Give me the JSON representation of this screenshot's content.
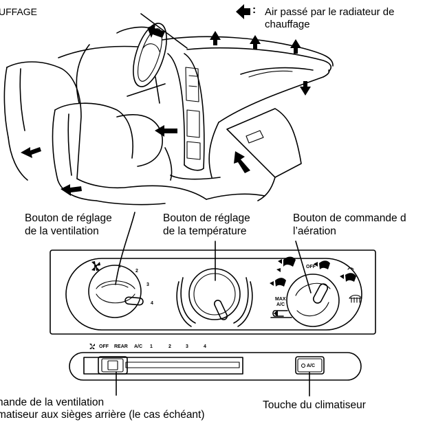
{
  "title": "UFFAGE",
  "legend": {
    "arrow_key": ":",
    "text_line1": "Air passé par le radiateur de",
    "text_line2": "chauffage"
  },
  "labels": {
    "ventilation_line1": "Bouton de réglage",
    "ventilation_line2": "de la ventilation",
    "temperature_line1": "Bouton de réglage",
    "temperature_line2": "de la température",
    "aeration_line1": "Bouton de commande d",
    "aeration_line2": "l’aération",
    "rear_line1": "nande de la ventilation",
    "rear_line2": "matiseur aux sièges arrière (le cas échéant)",
    "ac_key": "Touche du climatiseur"
  },
  "panel": {
    "fan_speeds": [
      "1",
      "2",
      "3",
      "4"
    ],
    "slider_marks": [
      "OFF",
      "REAR",
      "A/C",
      "1",
      "2",
      "3",
      "4"
    ],
    "mode_off": "OFF",
    "max_ac_line1": "MAX",
    "max_ac_line2": "A/C",
    "ac_button": "A/C"
  }
}
